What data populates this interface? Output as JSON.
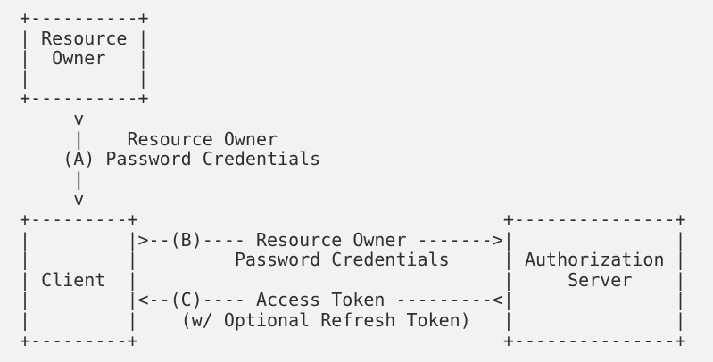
{
  "colors": {
    "background": "#f2f2f0",
    "text": "#2f2f2e"
  },
  "diagram": {
    "type": "ascii-flow-diagram",
    "nodes": [
      "Resource Owner",
      "Client",
      "Authorization Server"
    ],
    "steps": [
      {
        "label": "(A)",
        "text": "Resource Owner Password Credentials"
      },
      {
        "label": "(B)",
        "text": "Resource Owner Password Credentials"
      },
      {
        "label": "(C)",
        "text": "Access Token (w/ Optional Refresh Token)"
      }
    ],
    "lines": [
      " +----------+",
      " | Resource |",
      " |  Owner   |",
      " |          |",
      " +----------+",
      "      v",
      "      |    Resource Owner",
      "     (A) Password Credentials",
      "      |",
      "      v",
      " +---------+                                  +---------------+",
      " |         |>--(B)---- Resource Owner ------->|               |",
      " |         |         Password Credentials     | Authorization |",
      " | Client  |                                  |     Server    |",
      " |         |<--(C)---- Access Token ---------<|               |",
      " |         |    (w/ Optional Refresh Token)   |               |",
      " +---------+                                  +---------------+"
    ]
  }
}
